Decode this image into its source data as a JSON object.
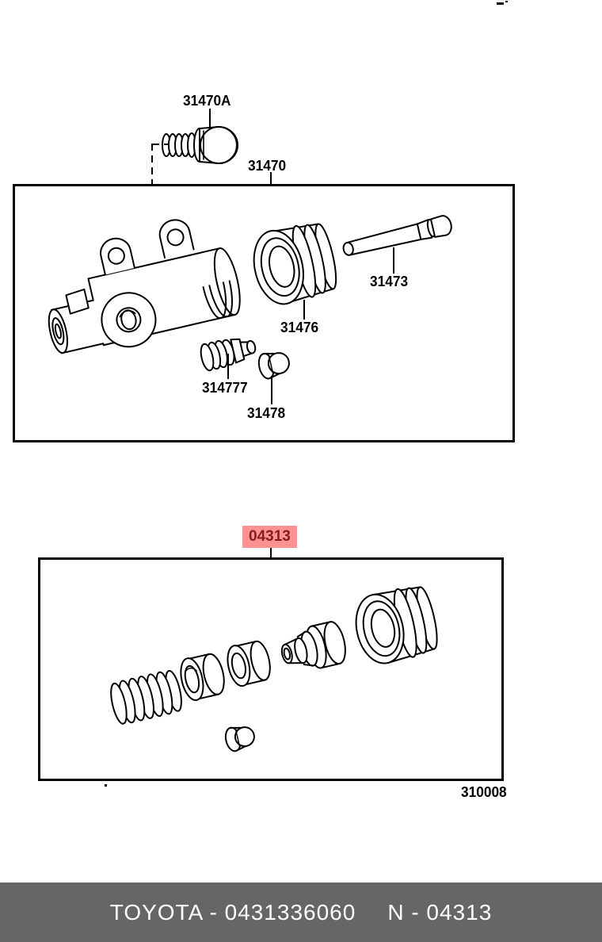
{
  "callouts": {
    "bolt": "31470A",
    "cylinder_assembly": "31470",
    "push_rod": "31473",
    "boot": "31476",
    "bleeder_plug": "31477",
    "bleeder_plug_extra": "7",
    "bleeder_cap": "31478",
    "repair_kit": "04313",
    "kit_reference": "310008"
  },
  "footer": {
    "left_text": "TOYOTA - 0431336060",
    "right_text": "N - 04313"
  },
  "colors": {
    "highlight_bg": "#fc9292",
    "highlight_text": "#8b1c1c",
    "footer_bg": "#666666",
    "footer_text": "#ffffff",
    "line_color": "#000000"
  }
}
